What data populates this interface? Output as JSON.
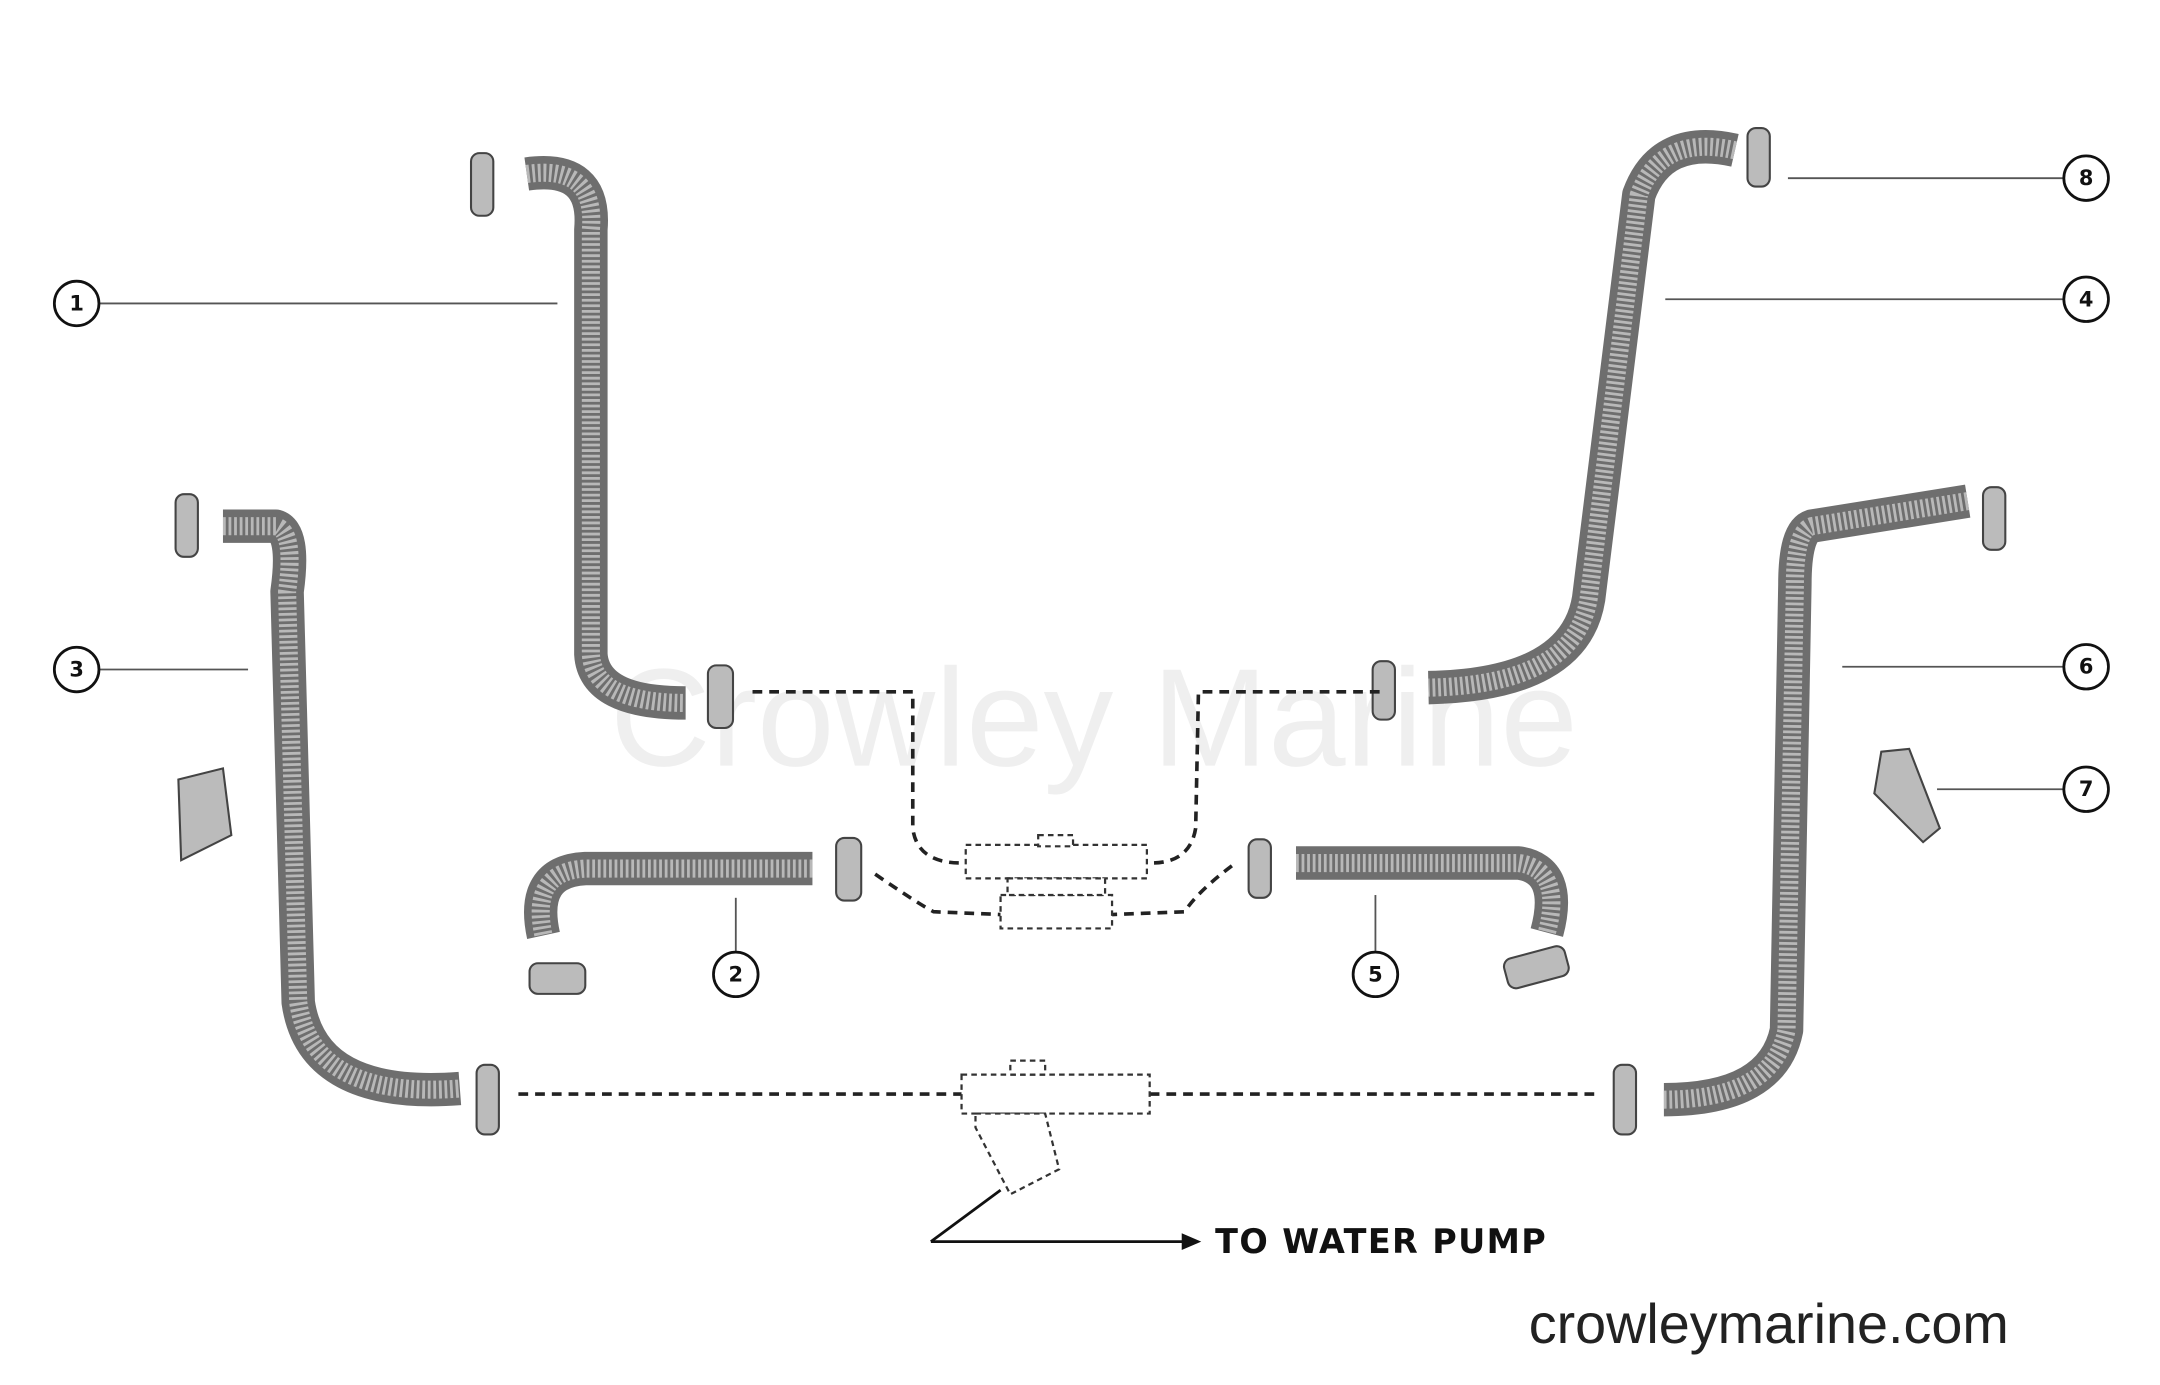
{
  "diagram": {
    "watermark": "Crowley Marine",
    "site": "crowleymarine.com",
    "note": "TO WATER PUMP",
    "callouts": [
      "1",
      "2",
      "3",
      "4",
      "5",
      "6",
      "7",
      "8"
    ],
    "colors": {
      "hose": "#6e6e6e",
      "line": "#222222",
      "watermark": "#efefef"
    }
  }
}
